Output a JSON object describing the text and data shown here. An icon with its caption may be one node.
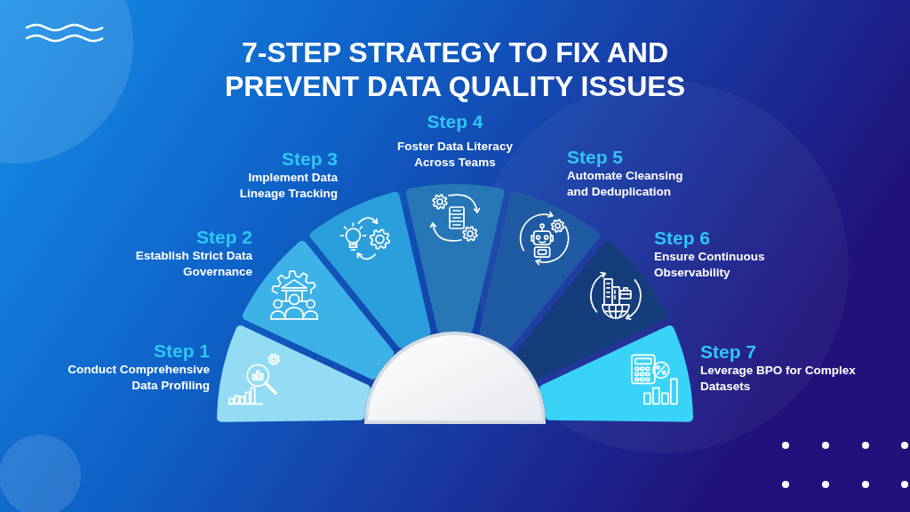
{
  "diagram": {
    "title": "7-STEP STRATEGY TO FIX AND PREVENT DATA QUALITY ISSUES",
    "nodes": [
      {
        "text": [],
        "shape": "wedge",
        "beside": [
          "Step 1",
          "Conduct Comprehensive Data Profiling"
        ]
      },
      {
        "text": [],
        "shape": "wedge",
        "beside": [
          "Step 2",
          "Establish Strict Data Governance"
        ]
      },
      {
        "text": [],
        "shape": "wedge",
        "beside": [
          "Step 3",
          "Implement Data Lineage Tracking"
        ]
      },
      {
        "text": [],
        "shape": "wedge",
        "beside": [
          "Step 4",
          "Foster Data Literacy Across Teams"
        ]
      },
      {
        "text": [],
        "shape": "wedge",
        "beside": [
          "Step 5",
          "Automate Cleansing and Deduplication"
        ]
      },
      {
        "text": [],
        "shape": "wedge",
        "beside": [
          "Step 6",
          "Ensure Continuous Observability"
        ]
      },
      {
        "text": [],
        "shape": "wedge",
        "beside": [
          "Step 7",
          "Leverage BPO for Complex Datasets"
        ]
      },
      {
        "text": [],
        "shape": "semicircle"
      }
    ]
  }
}
